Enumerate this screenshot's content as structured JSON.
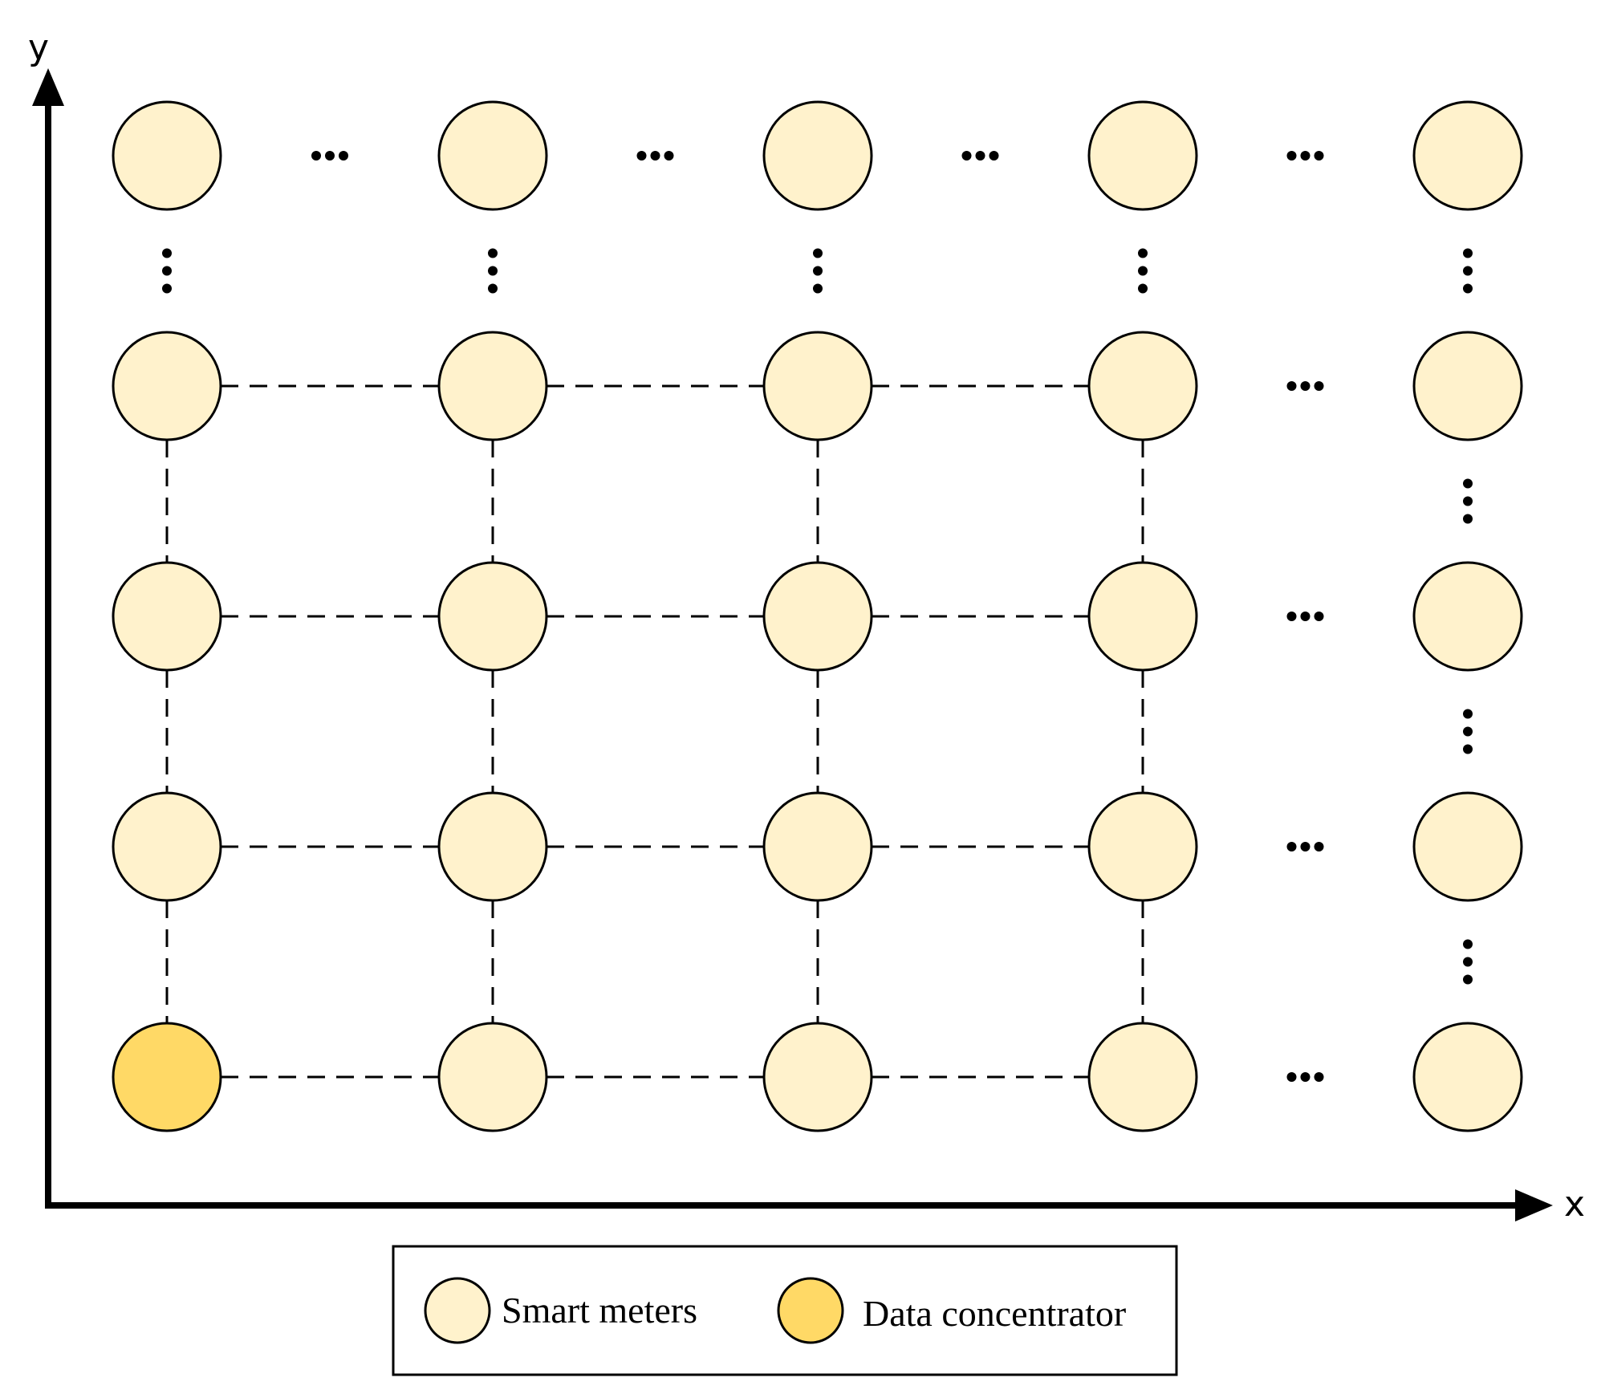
{
  "axes": {
    "x_label": "x",
    "y_label": "y"
  },
  "colors": {
    "meter_fill": "#FFF2CC",
    "concentrator_fill": "#FFD966",
    "stroke": "#000000"
  },
  "grid": {
    "columns": 5,
    "rows": 5,
    "concentrator": {
      "col": 0,
      "row": 4
    },
    "dashed_horizontal_rows": [
      1,
      2,
      3,
      4
    ],
    "dashed_horizontal_cols": [
      0,
      1,
      2,
      3
    ],
    "dashed_vertical_cols": [
      0,
      1,
      2,
      3
    ],
    "dashed_vertical_rows": [
      1,
      2,
      3,
      4
    ],
    "ellipsis_horizontal_top_row_cols": [
      0,
      1,
      2,
      3
    ],
    "ellipsis_horizontal_last_gap_rows": [
      1,
      2,
      3,
      4
    ],
    "ellipsis_vertical_top_gap_cols": [
      0,
      1,
      2,
      3,
      4
    ],
    "ellipsis_vertical_last_col_gaps": [
      1,
      2,
      3
    ]
  },
  "legend": {
    "items": [
      {
        "label": "Smart meters",
        "type": "meter"
      },
      {
        "label": "Data concentrator",
        "type": "concentrator"
      }
    ]
  }
}
